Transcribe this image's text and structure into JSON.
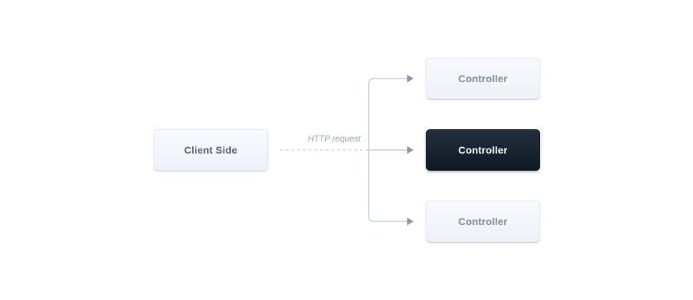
{
  "diagram": {
    "client": {
      "label": "Client Side"
    },
    "request_label": "HTTP request",
    "controllers": [
      {
        "label": "Controller",
        "variant": "light"
      },
      {
        "label": "Controller",
        "variant": "dark-selected"
      },
      {
        "label": "Controller",
        "variant": "light"
      }
    ],
    "colors": {
      "background": "#ffffff",
      "light_box_bg_top": "#f8fafc",
      "light_box_bg_bottom": "#edf2f8",
      "light_box_border": "#dde4ed",
      "light_box_text": "#7e8997",
      "client_text": "#5a6472",
      "dark_box_bg_top": "#22303f",
      "dark_box_bg_bottom": "#0f1821",
      "dark_box_text": "#ffffff",
      "connector_line": "#c2cad3",
      "dashed_line": "#c9d0d8",
      "arrowhead": "#8d97a3",
      "request_label_text": "#99a3ae"
    }
  }
}
